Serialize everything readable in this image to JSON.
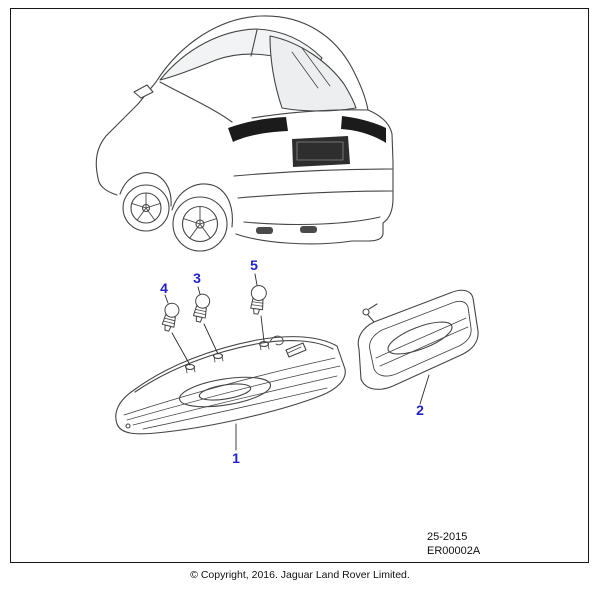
{
  "diagram": {
    "figure_code": "25-2015",
    "figure_ref": "ER00002A",
    "colors": {
      "callout": "#2222cc",
      "line_art": "#454545",
      "frame": "#161616",
      "lamp_dark": "#1b1b1b"
    },
    "callouts": [
      {
        "label": "1"
      },
      {
        "label": "2"
      },
      {
        "label": "3"
      },
      {
        "label": "4"
      },
      {
        "label": "5"
      }
    ]
  },
  "footer": {
    "copyright": "© Copyright, 2016. Jaguar Land Rover Limited."
  }
}
